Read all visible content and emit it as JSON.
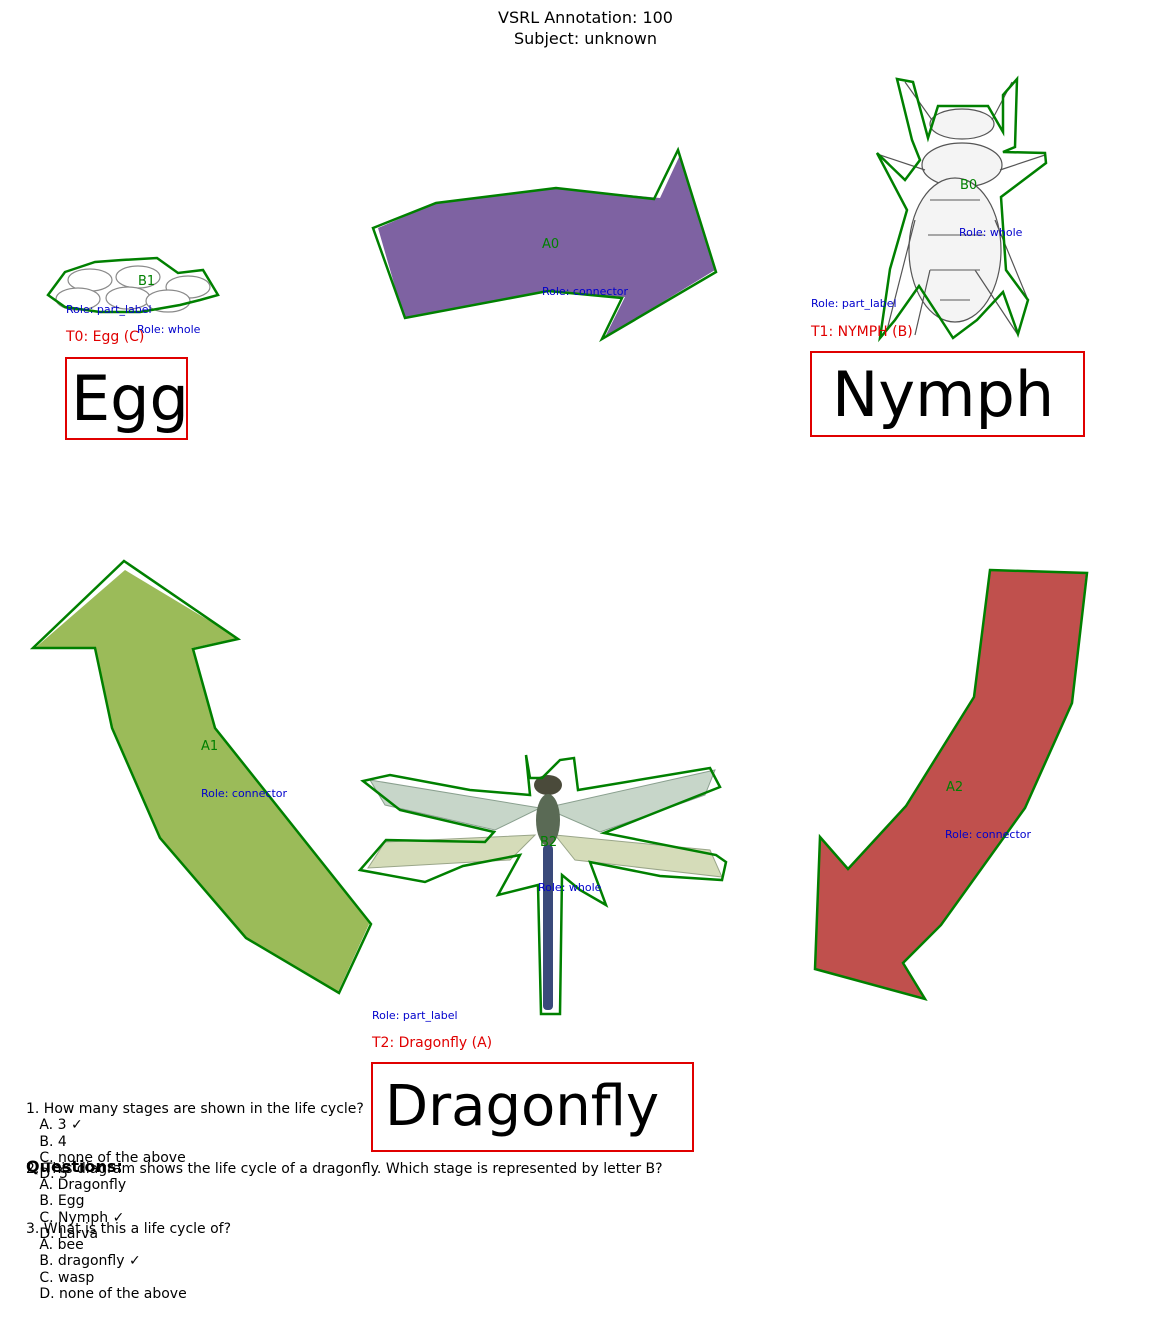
{
  "header": {
    "title": "VSRL Annotation: 100",
    "subtitle": "Subject: unknown"
  },
  "regions": {
    "A0": {
      "id": "A0",
      "role": "Role: connector",
      "color": "#7e62a2"
    },
    "A1": {
      "id": "A1",
      "role": "Role: connector",
      "color": "#9bbb59"
    },
    "A2": {
      "id": "A2",
      "role": "Role: connector",
      "color": "#c0504d"
    },
    "B0": {
      "id": "B0",
      "role": "Role: whole"
    },
    "B1": {
      "id": "B1",
      "role": "Role: whole"
    },
    "B2": {
      "id": "B2",
      "role": "Role: whole"
    }
  },
  "text_boxes": {
    "T0": {
      "label": "T0: Egg (C)",
      "role": "Role: part_label",
      "text": "Egg"
    },
    "T1": {
      "label": "T1: NYMPH (B)",
      "role": "Role: part_label",
      "text": "Nymph"
    },
    "T2": {
      "label": "T2: Dragonfly (A)",
      "role": "Role: part_label",
      "text": "Dragonfly"
    }
  },
  "questions": {
    "heading": "Questions:",
    "q1": {
      "text": "1. How many stages are shown in the life cycle?",
      "options": [
        "   A. 3 ✓",
        "   B. 4",
        "   C. none of the above",
        "   D. 5"
      ]
    },
    "q2": {
      "text": "2. This diagram shows the life cycle of a dragonfly. Which stage is represented by letter B?",
      "options": [
        "   A. Dragonfly",
        "   B. Egg",
        "   C. Nymph ✓",
        "   D. Larva"
      ]
    },
    "q3": {
      "text": "3. What is this a life cycle of?",
      "options": [
        "   A. bee",
        "   B. dragonfly ✓",
        "   C. wasp",
        "   D. none of the above"
      ]
    }
  },
  "colors": {
    "outline": "#008000",
    "box": "#e00000",
    "role_text": "#0000cc"
  }
}
